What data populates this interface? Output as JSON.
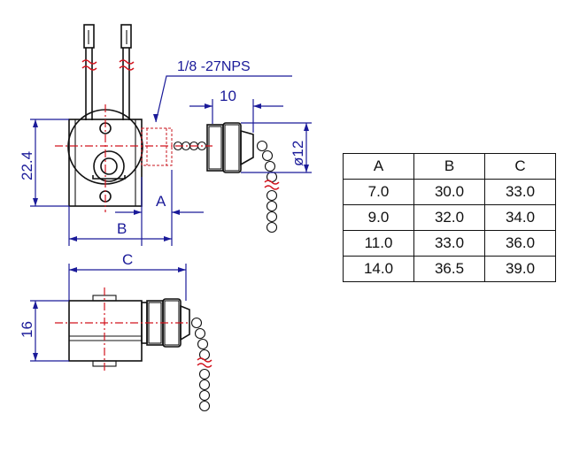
{
  "dimensions": {
    "thread_callout": "1/8 -27NPS",
    "chain_offset": "10",
    "diameter": "ø12",
    "height": "22.4",
    "dim_a": "A",
    "dim_b": "B",
    "dim_c": "C",
    "side_height": "16"
  },
  "table": {
    "headers": [
      "A",
      "B",
      "C"
    ],
    "rows": [
      [
        "7.0",
        "30.0",
        "33.0"
      ],
      [
        "9.0",
        "32.0",
        "34.0"
      ],
      [
        "11.0",
        "33.0",
        "36.0"
      ],
      [
        "14.0",
        "36.5",
        "39.0"
      ]
    ]
  },
  "colors": {
    "dimension": "#1a1a99",
    "centerline": "#d2141e",
    "outline": "#111111"
  }
}
